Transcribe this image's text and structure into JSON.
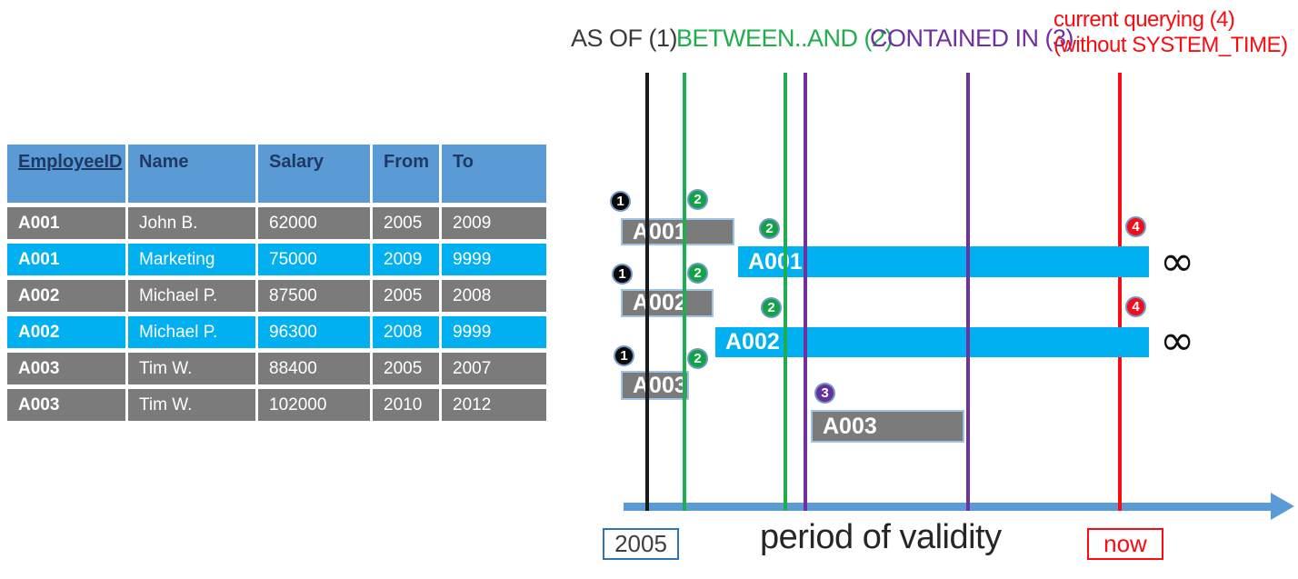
{
  "table": {
    "headers": [
      "EmployeeID",
      "Name",
      "Salary",
      "From",
      "To"
    ],
    "rows": [
      {
        "cells": [
          "A001",
          "John  B.",
          "62000",
          "2005",
          "2009"
        ],
        "highlight": false
      },
      {
        "cells": [
          "A001",
          "Marketing",
          "75000",
          "2009",
          "9999"
        ],
        "highlight": true
      },
      {
        "cells": [
          "A002",
          "Michael P.",
          "87500",
          "2005",
          "2008"
        ],
        "highlight": false
      },
      {
        "cells": [
          "A002",
          "Michael P.",
          "96300",
          "2008",
          "9999"
        ],
        "highlight": true
      },
      {
        "cells": [
          "A003",
          "Tim W.",
          "88400",
          "2005",
          "2007"
        ],
        "highlight": false
      },
      {
        "cells": [
          "A003",
          "Tim W.",
          "102000",
          "2010",
          "2012"
        ],
        "highlight": false
      }
    ]
  },
  "legend": {
    "as_of": "AS OF (1)",
    "between_and": "BETWEEN..AND (2)",
    "contained_in": "CONTAINED IN (3)",
    "current_line1": "current querying (4)",
    "current_line2": "(without SYSTEM_TIME)"
  },
  "bars": [
    {
      "label": "A001",
      "variant": "gray"
    },
    {
      "label": "A001",
      "variant": "cyan"
    },
    {
      "label": "A002",
      "variant": "gray"
    },
    {
      "label": "A002",
      "variant": "cyan"
    },
    {
      "label": "A003",
      "variant": "gray"
    },
    {
      "label": "A003",
      "variant": "gray"
    }
  ],
  "badges": [
    {
      "n": "1",
      "color": "black"
    },
    {
      "n": "2",
      "color": "green"
    },
    {
      "n": "2",
      "color": "green"
    },
    {
      "n": "1",
      "color": "black"
    },
    {
      "n": "2",
      "color": "green"
    },
    {
      "n": "2",
      "color": "green"
    },
    {
      "n": "1",
      "color": "black"
    },
    {
      "n": "2",
      "color": "green"
    },
    {
      "n": "3",
      "color": "purple"
    },
    {
      "n": "4",
      "color": "red"
    },
    {
      "n": "4",
      "color": "red"
    }
  ],
  "timeline": {
    "start_label": "2005",
    "axis_label": "period of validity",
    "now_label": "now",
    "infinity_symbol": "∞"
  },
  "colors": {
    "header_blue": "#5B9BD5",
    "row_gray": "#7B7B7B",
    "row_cyan": "#00B0F0",
    "bar_border_blue": "#9DC3E6",
    "green": "#1FAE4D",
    "purple": "#7030A0",
    "red": "#FB0B0F",
    "black_line": "#1A1A1A",
    "arrow_blue": "#5B9BD5",
    "header_text_navy": "#1F3864",
    "start_box_border": "#2E75B6"
  }
}
